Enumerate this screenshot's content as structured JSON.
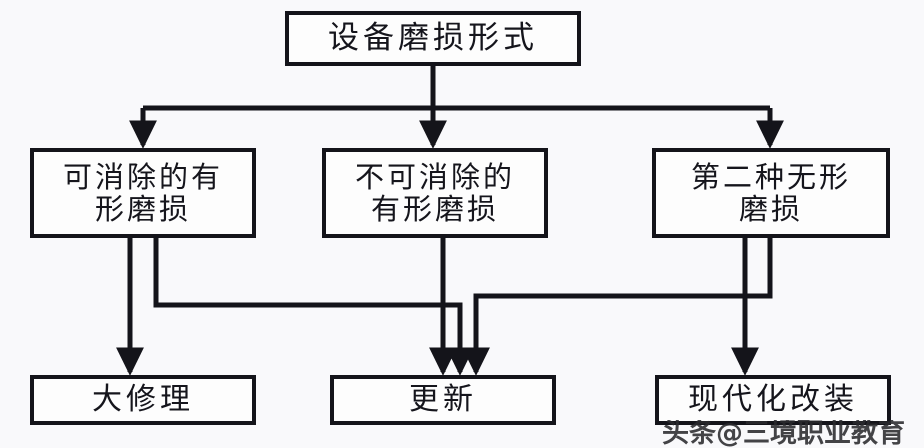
{
  "diagram": {
    "title": "设备磨损形式",
    "background_color": "#f9f9fb",
    "line_color": "#14141a",
    "box_fill": "#fdfdfd",
    "nodes": {
      "root": {
        "label": "设备磨损形式"
      },
      "removable_tangible": {
        "label": "可消除的有\n形磨损"
      },
      "nonremovable_tangible": {
        "label": "不可消除的\n有形磨损"
      },
      "second_intangible": {
        "label": "第二种无形\n磨损"
      },
      "overhaul": {
        "label": "大修理"
      },
      "renewal": {
        "label": "更新"
      },
      "modernization": {
        "label": "现代化改装"
      }
    },
    "edges": [
      {
        "from": "root",
        "to": "removable_tangible"
      },
      {
        "from": "root",
        "to": "nonremovable_tangible"
      },
      {
        "from": "root",
        "to": "second_intangible"
      },
      {
        "from": "removable_tangible",
        "to": "overhaul"
      },
      {
        "from": "removable_tangible",
        "to": "renewal"
      },
      {
        "from": "nonremovable_tangible",
        "to": "renewal"
      },
      {
        "from": "second_intangible",
        "to": "renewal"
      },
      {
        "from": "second_intangible",
        "to": "modernization"
      }
    ]
  },
  "watermark": {
    "text": "头条@三境职业教育"
  }
}
